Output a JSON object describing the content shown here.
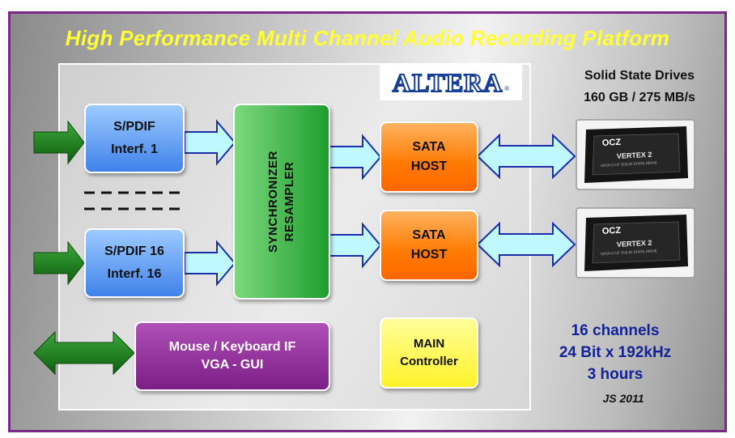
{
  "title": "High Performance  Multi Channel  Audio Recording Platform",
  "vendor_logo": "ALTERA",
  "blocks": {
    "spdif1": {
      "line1": "S/PDIF",
      "line2": "Interf. 1"
    },
    "spdif16": {
      "line1": "S/PDIF 16",
      "line2": "Interf. 16"
    },
    "sync": {
      "line1": "SYNCHRONIZER",
      "line2": "RESAMPLER"
    },
    "sata1": {
      "line1": "SATA",
      "line2": "HOST"
    },
    "sata2": {
      "line1": "SATA",
      "line2": "HOST"
    },
    "mouse": {
      "line1": "Mouse / Keyboard IF",
      "line2": "VGA - GUI"
    },
    "main": {
      "line1": "MAIN",
      "line2": "Controller"
    }
  },
  "drives": {
    "line1": "Solid State Drives",
    "line2": "160 GB / 275 MB/s"
  },
  "ssd_labels": {
    "brand": "OCZ",
    "model": "VERTEX 2",
    "caption": "SATA II 2.5\" SOLID STATE DRIVE"
  },
  "specs": {
    "channels": "16 channels",
    "format": "24 Bit x 192kHz",
    "duration": "3 hours"
  },
  "signature": "JS 2011",
  "colors": {
    "frame": "#7a2a86",
    "title": "#ffff33",
    "spdif": "#3f82ea",
    "sync": "#1e9e2e",
    "sata": "#ff7a00",
    "mouse": "#7b1e86",
    "main": "#fff22a",
    "specs": "#14229a",
    "arrow_in": "#1c7a1c",
    "arrow_link": "#bff8ff"
  }
}
